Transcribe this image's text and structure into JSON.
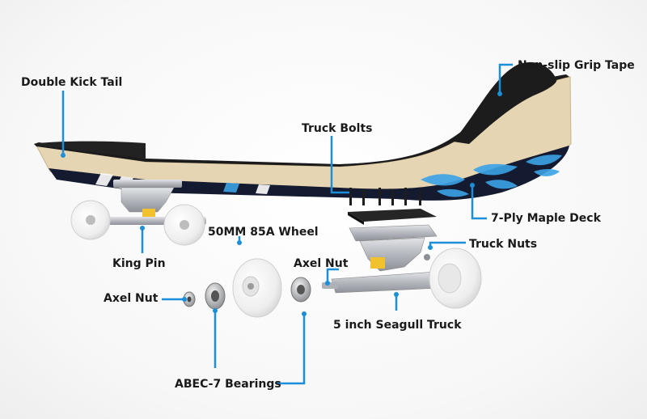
{
  "diagram": {
    "labels": {
      "double_kick_tail": "Double Kick Tail",
      "non_slip_grip_tape": "Non-slip Grip Tape",
      "truck_bolts": "Truck Bolts",
      "maple_deck": "7-Ply Maple Deck",
      "wheel": "50MM 85A Wheel",
      "truck_nuts": "Truck Nuts",
      "king_pin": "King Pin",
      "axel_nut_right": "Axel Nut",
      "axel_nut_left": "Axel Nut",
      "seagull_truck": "5 inch Seagull Truck",
      "bearings": "ABEC-7 Bearings"
    },
    "colors": {
      "leader_line": "#1d8fd8",
      "grip_tape": "#1b1b1b",
      "deck_bottom": "#13182e",
      "deck_graphic": "#3ba3e6",
      "wood_edge": "#e8d8b8",
      "wheel": "#f4f4f4",
      "truck_metal": "#b9bcc2",
      "bushing": "#f2c12e"
    }
  }
}
